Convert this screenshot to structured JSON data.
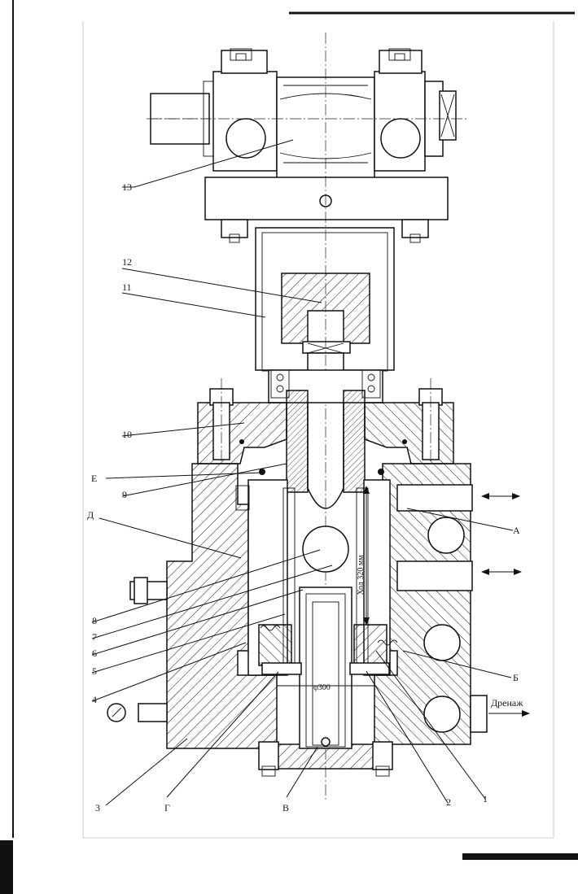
{
  "diagram": {
    "part_labels": [
      "13",
      "12",
      "11",
      "10",
      "9",
      "8",
      "7",
      "6",
      "5",
      "4",
      "3",
      "2",
      "1"
    ],
    "zone_labels": {
      "e": "Е",
      "d": "Д",
      "a": "А",
      "b": "Б",
      "g": "Г",
      "v": "В"
    },
    "stroke_label": "Ход 320 мм",
    "diameter_label": "φ300",
    "drain_label": "Дренаж"
  }
}
